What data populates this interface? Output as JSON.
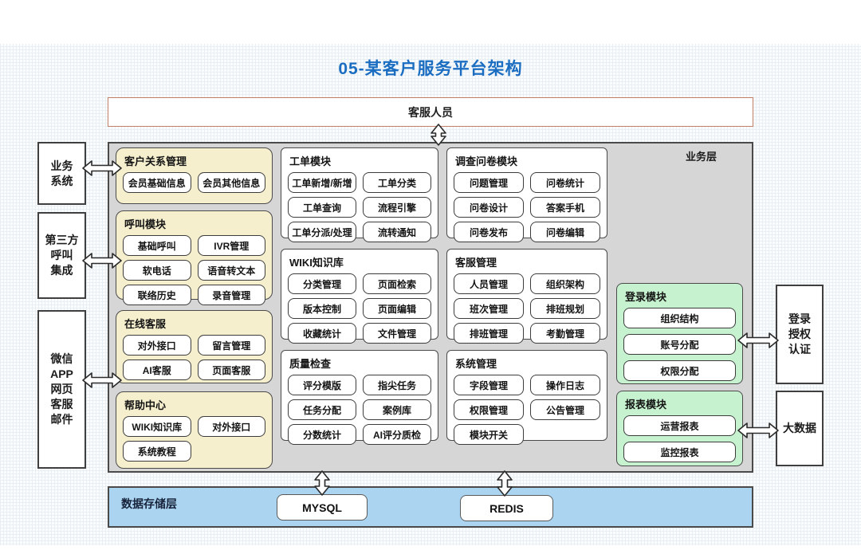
{
  "title": "05-某客户服务平台架构",
  "top_bar": {
    "label": "客服人员"
  },
  "business_layer_label": "业务层",
  "left_nodes": [
    {
      "label": "业务\n系统"
    },
    {
      "label": "第三方\n呼叫\n集成"
    },
    {
      "label": "微信\nAPP\n网页\n客服\n邮件"
    }
  ],
  "right_nodes": [
    {
      "label": "登录\n授权\n认证"
    },
    {
      "label": "大数据"
    }
  ],
  "columns": {
    "yellow": [
      {
        "title": "客户关系管理",
        "items": [
          "会员基础信息",
          "会员其他信息"
        ]
      },
      {
        "title": "呼叫模块",
        "items": [
          "基础呼叫",
          "IVR管理",
          "软电话",
          "语音转文本",
          "联络历史",
          "录音管理"
        ]
      },
      {
        "title": "在线客服",
        "items": [
          "对外接口",
          "留言管理",
          "AI客服",
          "页面客服"
        ]
      },
      {
        "title": "帮助中心",
        "items": [
          "WIKI知识库",
          "对外接口",
          "系统教程"
        ]
      }
    ],
    "middle_left": [
      {
        "title": "工单模块",
        "items": [
          "工单新增/新增",
          "工单分类",
          "工单查询",
          "流程引擎",
          "工单分派/处理",
          "流转通知"
        ]
      },
      {
        "title": "WIKI知识库",
        "items": [
          "分类管理",
          "页面检索",
          "版本控制",
          "页面编辑",
          "收藏统计",
          "文件管理"
        ]
      },
      {
        "title": "质量检查",
        "items": [
          "评分模版",
          "指尖任务",
          "任务分配",
          "案例库",
          "分数统计",
          "AI评分质检"
        ]
      }
    ],
    "middle_right": [
      {
        "title": "调查问卷模块",
        "items": [
          "问题管理",
          "问卷统计",
          "问卷设计",
          "答案手机",
          "问卷发布",
          "问卷编辑"
        ]
      },
      {
        "title": "客服管理",
        "items": [
          "人员管理",
          "组织架构",
          "班次管理",
          "排班规划",
          "排班管理",
          "考勤管理"
        ]
      },
      {
        "title": "系统管理",
        "items": [
          "字段管理",
          "操作日志",
          "权限管理",
          "公告管理",
          "模块开关"
        ]
      }
    ],
    "green": [
      {
        "title": "登录模块",
        "items": [
          "组织结构",
          "账号分配",
          "权限分配"
        ]
      },
      {
        "title": "报表模块",
        "items": [
          "运营报表",
          "监控报表"
        ]
      }
    ]
  },
  "storage": {
    "label": "数据存储层",
    "items": [
      "MYSQL",
      "REDIS"
    ]
  },
  "colors": {
    "title_blue": "#1b6dc1",
    "topbar_border": "#c07e69",
    "layer_gray": "#d6d6d6",
    "group_yellow": "#f5efce",
    "group_green": "#c6f2cf",
    "storage_blue": "#abd4f1"
  }
}
